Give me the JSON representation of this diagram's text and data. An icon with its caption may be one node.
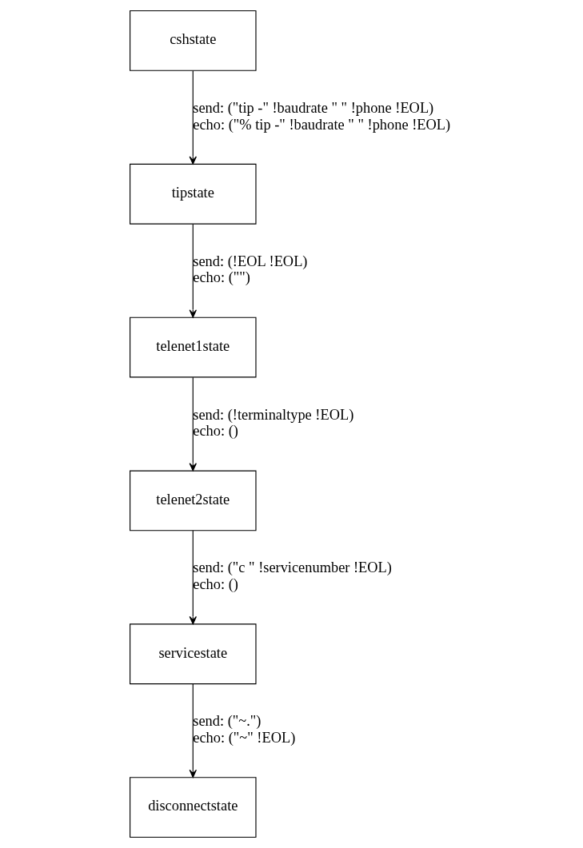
{
  "diagram": {
    "nodes": [
      {
        "text": [
          "cshstate"
        ]
      },
      {
        "text": [
          "tipstate"
        ]
      },
      {
        "text": [
          "telenet1state"
        ]
      },
      {
        "text": [
          "telenet2state"
        ]
      },
      {
        "text": [
          "servicestate"
        ]
      },
      {
        "text": [
          "disconnectstate"
        ]
      }
    ],
    "edges": [
      {
        "from": 0,
        "to": 1,
        "arrow": "to",
        "label": "send: (\"tip -\" !baudrate \" \" !phone !EOL) echo: (\"% tip -\" !baudrate \" \" !phone !EOL)"
      },
      {
        "from": 1,
        "to": 2,
        "arrow": "to",
        "label": "send: (!EOL !EOL) echo: (\"\")"
      },
      {
        "from": 2,
        "to": 3,
        "arrow": "to",
        "label": "send: (!terminaltype !EOL) echo: ()"
      },
      {
        "from": 3,
        "to": 4,
        "arrow": "to",
        "label": "send: (\"c \" !servicenumber !EOL) echo: ()"
      },
      {
        "from": 4,
        "to": 5,
        "arrow": "to",
        "label": "send: (\"~.\") echo: (\"~\" !EOL)"
      }
    ]
  }
}
